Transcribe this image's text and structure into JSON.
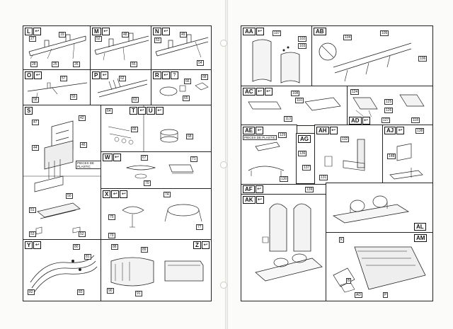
{
  "steps": {
    "L": {
      "tag": "L"
    },
    "M": {
      "tag": "M"
    },
    "N": {
      "tag": "N"
    },
    "O": {
      "tag": "O"
    },
    "P": {
      "tag": "P"
    },
    "R": {
      "tag": "R"
    },
    "S": {
      "tag": "S",
      "note": "PIECES DE PLASTIC"
    },
    "T": {
      "tag": "T"
    },
    "U": {
      "tag": "U"
    },
    "W": {
      "tag": "W"
    },
    "X": {
      "tag": "X"
    },
    "Y": {
      "tag": "Y"
    },
    "Z": {
      "tag": "Z"
    },
    "AA": {
      "tag": "AA"
    },
    "AB": {
      "tag": "AB"
    },
    "AC": {
      "tag": "AC"
    },
    "AD": {
      "tag": "AD"
    },
    "AE": {
      "tag": "AE",
      "note": "PIECES DE PLASTIC"
    },
    "AG": {
      "tag": "AG"
    },
    "AH": {
      "tag": "AH"
    },
    "AJ": {
      "tag": "AJ"
    },
    "AF": {
      "tag": "AF"
    },
    "AK": {
      "tag": "AK"
    },
    "AL": {
      "tag": "AL"
    },
    "AM": {
      "tag": "AM"
    }
  },
  "labels": {
    "l1": "19",
    "l2": "27",
    "l3": "28",
    "l4": "25",
    "l5": "26",
    "m1": "48",
    "m2": "52",
    "m3": "55",
    "n1": "49",
    "n2": "53",
    "n3": "54",
    "o1": "57",
    "o2": "58",
    "o3": "59",
    "p1": "62",
    "p2": "63",
    "r1": "66",
    "r2": "65",
    "r3": "68",
    "s1": "42",
    "s2": "47",
    "s3": "44",
    "s4": "46",
    "s5": "50",
    "s6": "51",
    "s7": "52",
    "s8": "53",
    "t1": "64",
    "t2": "66",
    "t3": "68",
    "w1": "67",
    "w2": "71",
    "w3": "70",
    "x1": "74",
    "x2": "75",
    "x3": "79",
    "x4": "77",
    "y1": "80",
    "y2": "81",
    "y3": "82",
    "y4": "83",
    "z1": "88",
    "z2": "89",
    "z3": "90",
    "z4": "91",
    "aa1": "107",
    "aa2": "102",
    "aa3": "103",
    "ab1": "104",
    "ab2": "105",
    "ab3": "106",
    "ac1": "108",
    "ac2": "110",
    "ac3": "113",
    "ac4": "124",
    "ac5": "125",
    "ac6": "126",
    "ad1": "118",
    "ad2": "127",
    "ae1": "129",
    "ae2": "130",
    "ag1": "136",
    "ag2": "137",
    "ah1": "132",
    "ah2": "131",
    "aj1": "138",
    "aj2": "148",
    "af1": "139",
    "am1": "K",
    "am2": "P",
    "am3": "AD",
    "am4": "B"
  }
}
